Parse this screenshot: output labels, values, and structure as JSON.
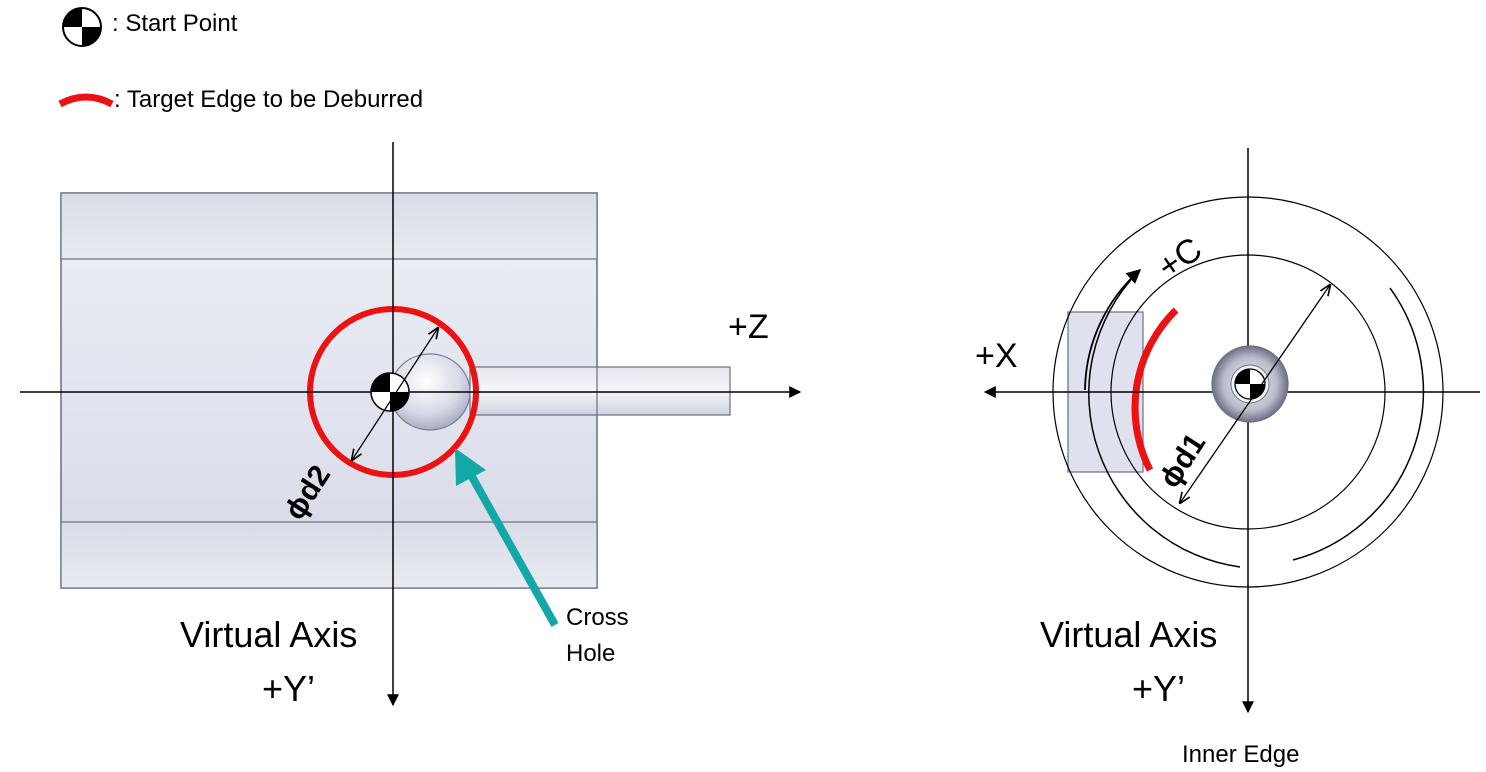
{
  "legend": {
    "start_point_label": ": Start Point",
    "target_edge_label": ": Target Edge to be Deburred"
  },
  "side_view": {
    "axis_z_label": "+Z",
    "dimension_label": "ϕd2",
    "cross_hole_label_line1": "Cross",
    "cross_hole_label_line2": "Hole",
    "virtual_axis_label": "Virtual Axis",
    "y_axis_label": "+Y’"
  },
  "end_view": {
    "axis_x_label": "+X",
    "axis_c_label": "+C",
    "dimension_label": "ϕd1",
    "virtual_axis_label": "Virtual Axis",
    "y_axis_label": "+Y’",
    "inner_edge_label": "Inner Edge"
  },
  "colors": {
    "target_edge": "#ee1111",
    "cross_hole_arrow": "#12a8a8",
    "part_fill": "#dfe1ee",
    "part_edge": "#6a6d80"
  }
}
